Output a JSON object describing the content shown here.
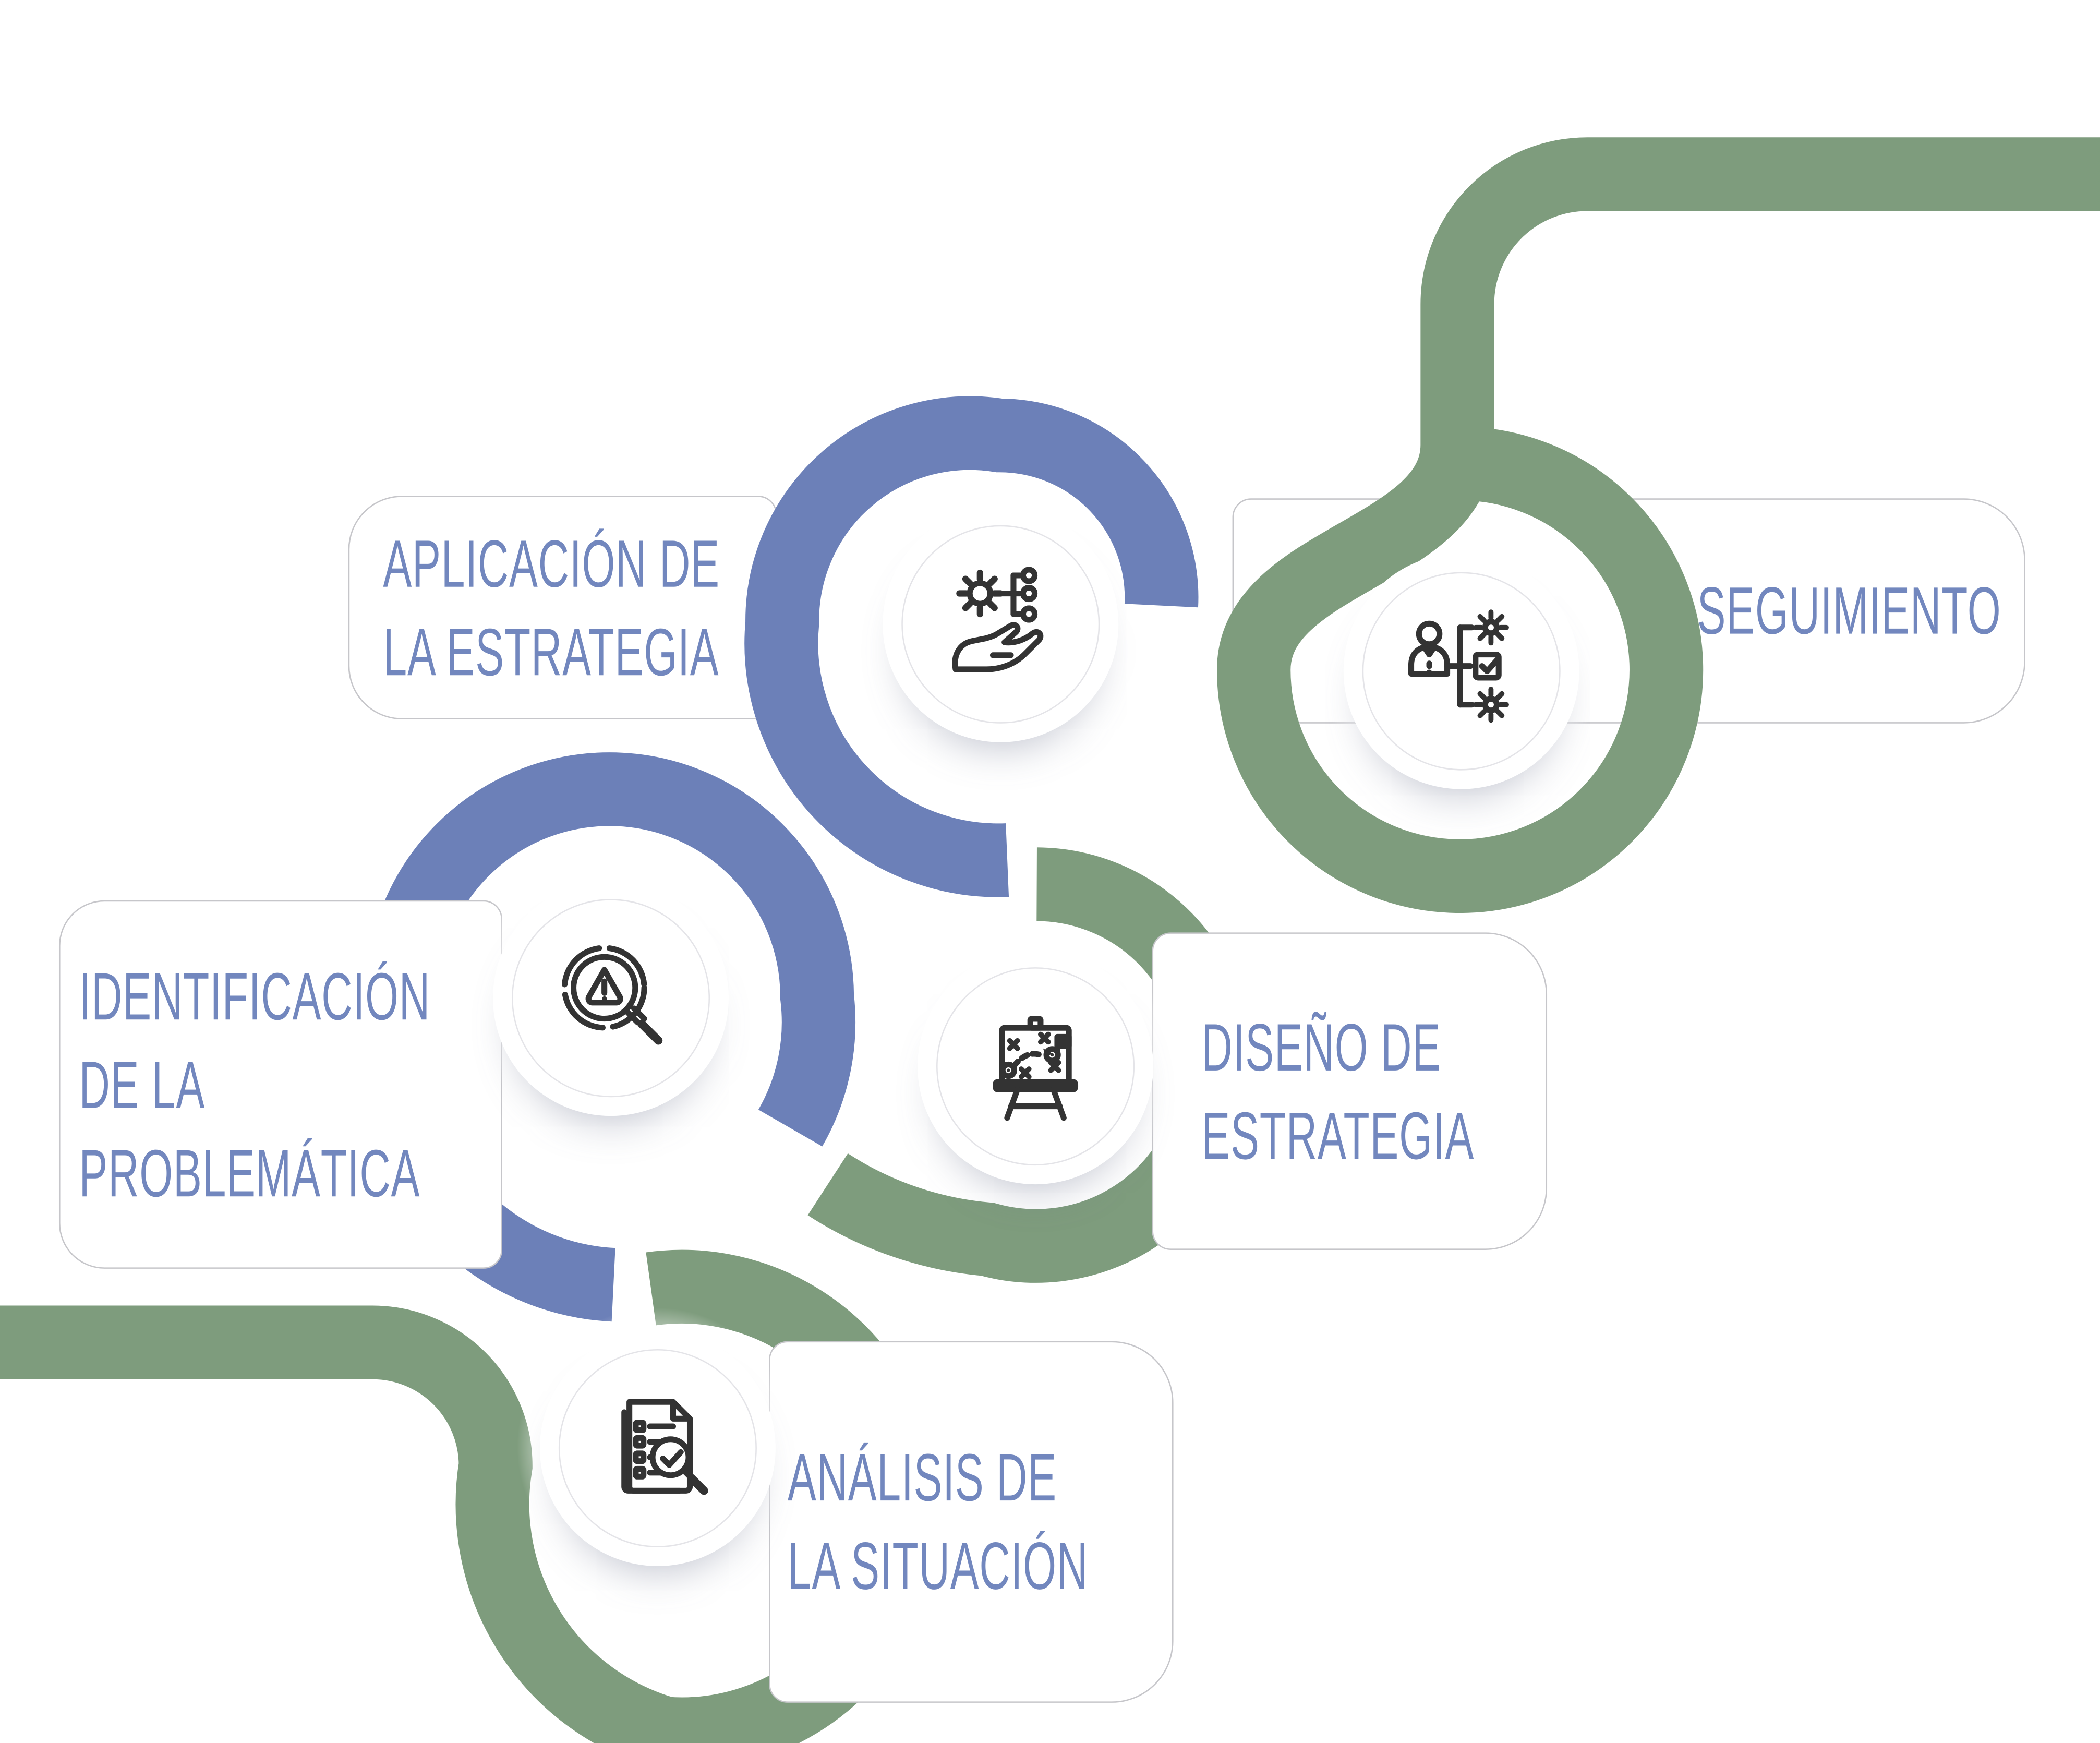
{
  "diagram": {
    "type": "process-infographic",
    "language": "es",
    "colors": {
      "path_green": "#7E9C7D",
      "path_blue": "#6C80B8",
      "label_text": "#7287BE",
      "card_border": "#C6C6CA",
      "icon_stroke": "#333333",
      "background": "#FFFFFF"
    },
    "steps": [
      {
        "order": 1,
        "label_lines": [
          "ANÁLISIS DE",
          "LA SITUACIÓN"
        ],
        "icon": "document-check-magnifier-icon",
        "ring_color": "green"
      },
      {
        "order": 2,
        "label_lines": [
          "IDENTIFICACIÓN",
          "DE LA",
          "PROBLEMÁTICA"
        ],
        "icon": "magnifier-warning-icon",
        "ring_color": "blue"
      },
      {
        "order": 3,
        "label_lines": [
          "DISEÑO DE",
          "ESTRATEGIA"
        ],
        "icon": "strategy-board-icon",
        "ring_color": "green"
      },
      {
        "order": 4,
        "label_lines": [
          "APLICACIÓN DE",
          "LA ESTRATEGIA"
        ],
        "icon": "hand-gear-network-icon",
        "ring_color": "blue"
      },
      {
        "order": 5,
        "label_lines": [
          "SEGUIMIENTO"
        ],
        "icon": "person-gears-checklist-icon",
        "ring_color": "green"
      }
    ]
  }
}
